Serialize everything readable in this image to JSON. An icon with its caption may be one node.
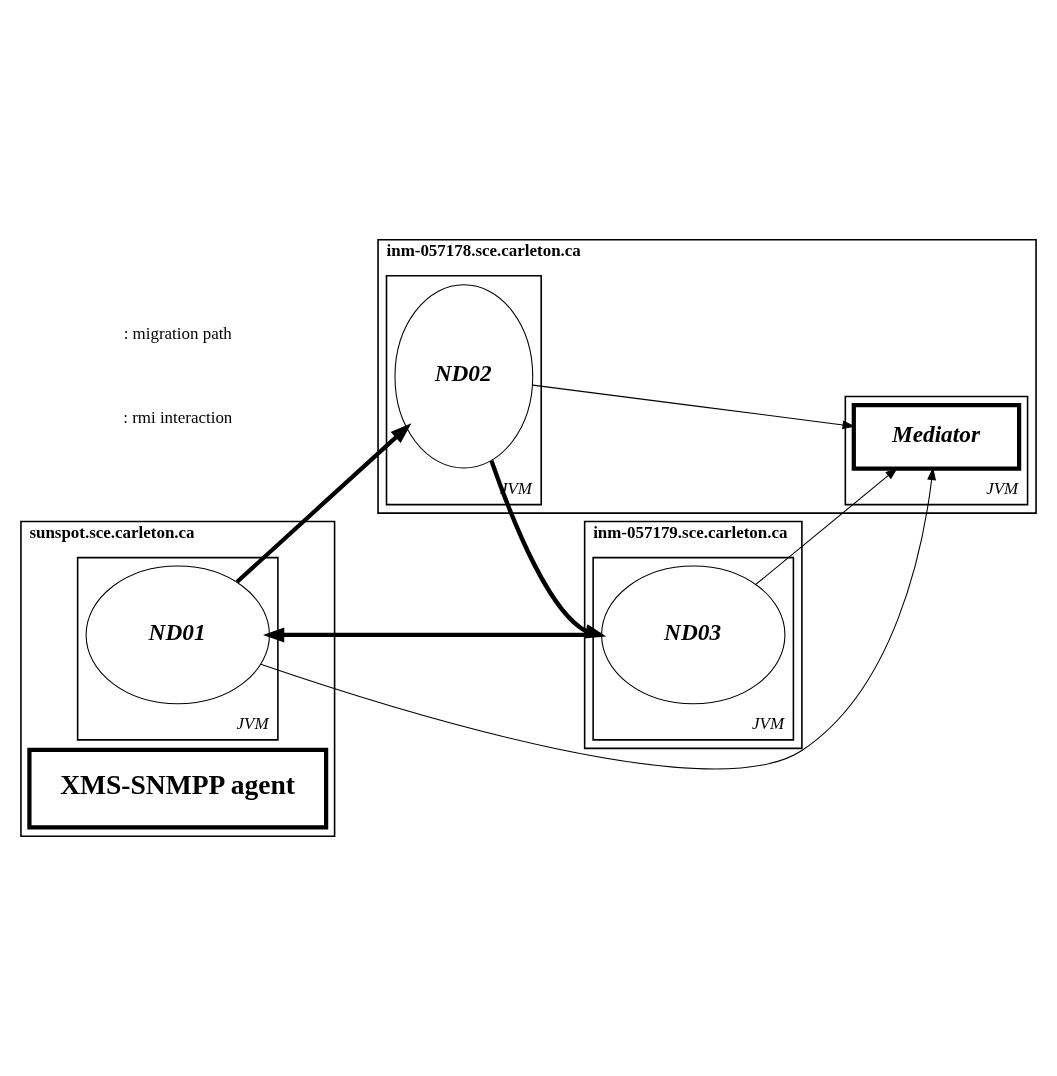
{
  "diagram": {
    "nodes": [
      {
        "text": [
          "sunspot.sce.carleton.ca"
        ]
      },
      {
        "text": [
          "XMS-SNMPP agent"
        ],
        "in": 0
      },
      {
        "text": [
          "JVM"
        ],
        "in": 0
      },
      {
        "text": [
          "ND01"
        ],
        "in": 2
      },
      {
        "text": [
          "inm-057178.sce.carleton.ca"
        ]
      },
      {
        "text": [
          "JVM"
        ],
        "in": 4
      },
      {
        "text": [
          "ND02"
        ],
        "in": 5
      },
      {
        "text": [
          "JVM"
        ],
        "in": 4
      },
      {
        "text": [
          "Mediator"
        ],
        "in": 7
      },
      {
        "text": [
          "inm-057179.sce.carleton.ca"
        ]
      },
      {
        "text": [
          "JVM"
        ],
        "in": 9
      },
      {
        "text": [
          "ND03"
        ],
        "in": 10
      }
    ],
    "edges": [
      {
        "from": 3,
        "to": 6,
        "arrow": "to",
        "style": "thick"
      },
      {
        "from": 6,
        "to": 11,
        "arrow": "to",
        "style": "thick"
      },
      {
        "from": 11,
        "to": 3,
        "arrow": "to",
        "style": "thick"
      },
      {
        "from": 3,
        "to": 8,
        "arrow": "to"
      },
      {
        "from": 6,
        "to": 8,
        "arrow": "to"
      },
      {
        "from": 11,
        "to": 8,
        "arrow": "to"
      }
    ],
    "legend": [
      {
        "text": ": migration path"
      },
      {
        "text": ": rmi interaction"
      }
    ]
  }
}
